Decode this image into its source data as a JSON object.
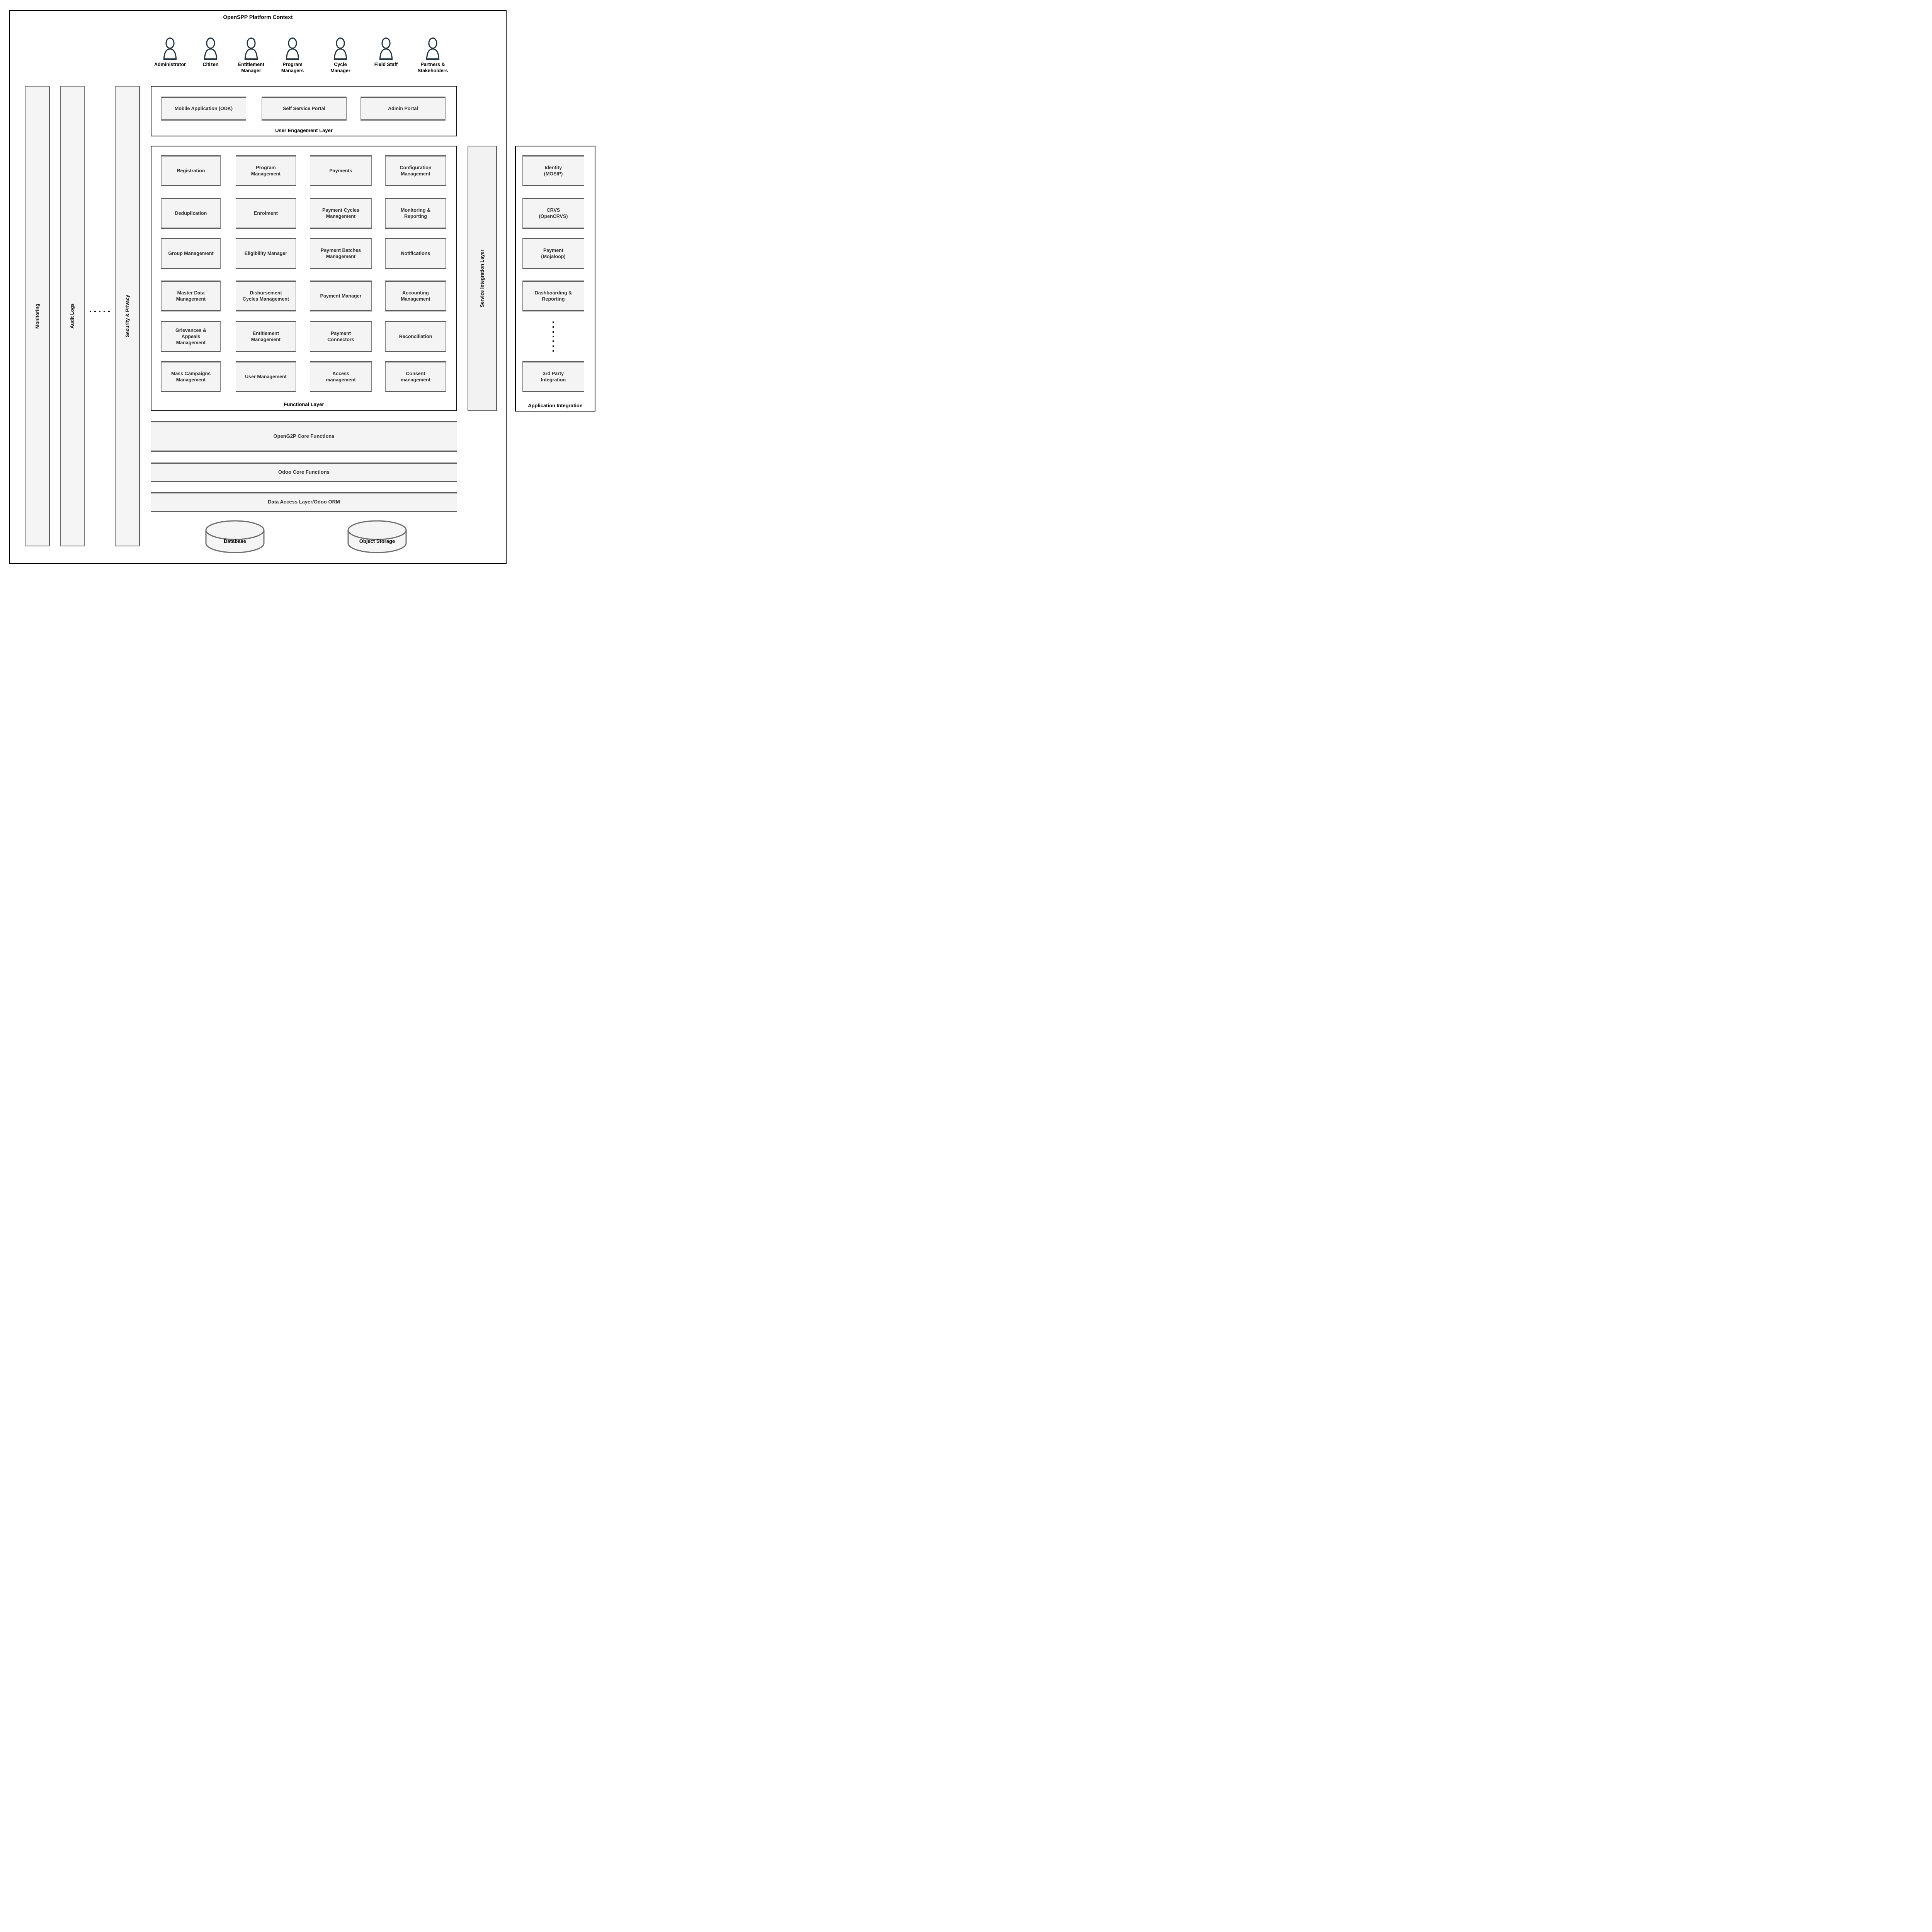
{
  "title": "OpenSPP Platform Context",
  "actors": [
    "Administrator",
    "Citizen",
    "Entitlement\nManager",
    "Program\nManagers",
    "Cycle\nManager",
    "Field Staff",
    "Partners &\nStakeholders"
  ],
  "side_bars": {
    "monitoring": "Monitoring",
    "audit_logs": "Audit Logs",
    "security_privacy": "Security & Privacy"
  },
  "service_integration": {
    "label": "Service Integration Layer"
  },
  "user_engagement": {
    "label": "User Engagement Layer",
    "boxes": [
      "Mobile Application (ODK)",
      "Self Service Portal",
      "Admin Portal"
    ]
  },
  "functional": {
    "label": "Functional Layer",
    "cells": [
      "Registration",
      "Program\nManagement",
      "Payments",
      "Configuration\nManagement",
      "Deduplication",
      "Enrolment",
      "Payment Cycles\nManagement",
      "Monitoring &\nReporting",
      "Group Management",
      "Eligibility Manager",
      "Payment Batches\nManagement",
      "Notifications",
      "Master Data\nManagement",
      "Disbursement\nCycles Management",
      "Payment Manager",
      "Accounting\nManagement",
      "Grievances &\nAppeals\nManagement",
      "Entitlement\nManagement",
      "Payment\nConnectors",
      "Reconciliation",
      "Mass Campaigns\nManagement",
      "User Management",
      "Access\nmanagement",
      "Consent\nmanagement"
    ]
  },
  "core_layers": [
    "OpenG2P Core Functions",
    "Odoo Core Functions",
    "Data Access Layer/Odoo ORM"
  ],
  "datastores": [
    "Database",
    "Object Storage"
  ],
  "application_integration": {
    "label": "Application Integration",
    "boxes": [
      "Identity\n(MOSIP)",
      "CRVS\n(OpenCRVS)",
      "Payment\n(Mojaloop)",
      "Dashboarding &\nReporting",
      "3rd Party\nIntegration"
    ]
  },
  "colors": {
    "box_fill": "#f4f4f4",
    "box_bar_gray": "#5f5f5f",
    "container_border": "#000000",
    "sidebar_border": "#5e5e5e",
    "actor_stroke": "#233340",
    "cylinder_stroke": "#6e6e6e",
    "text_dark": "#333333"
  }
}
